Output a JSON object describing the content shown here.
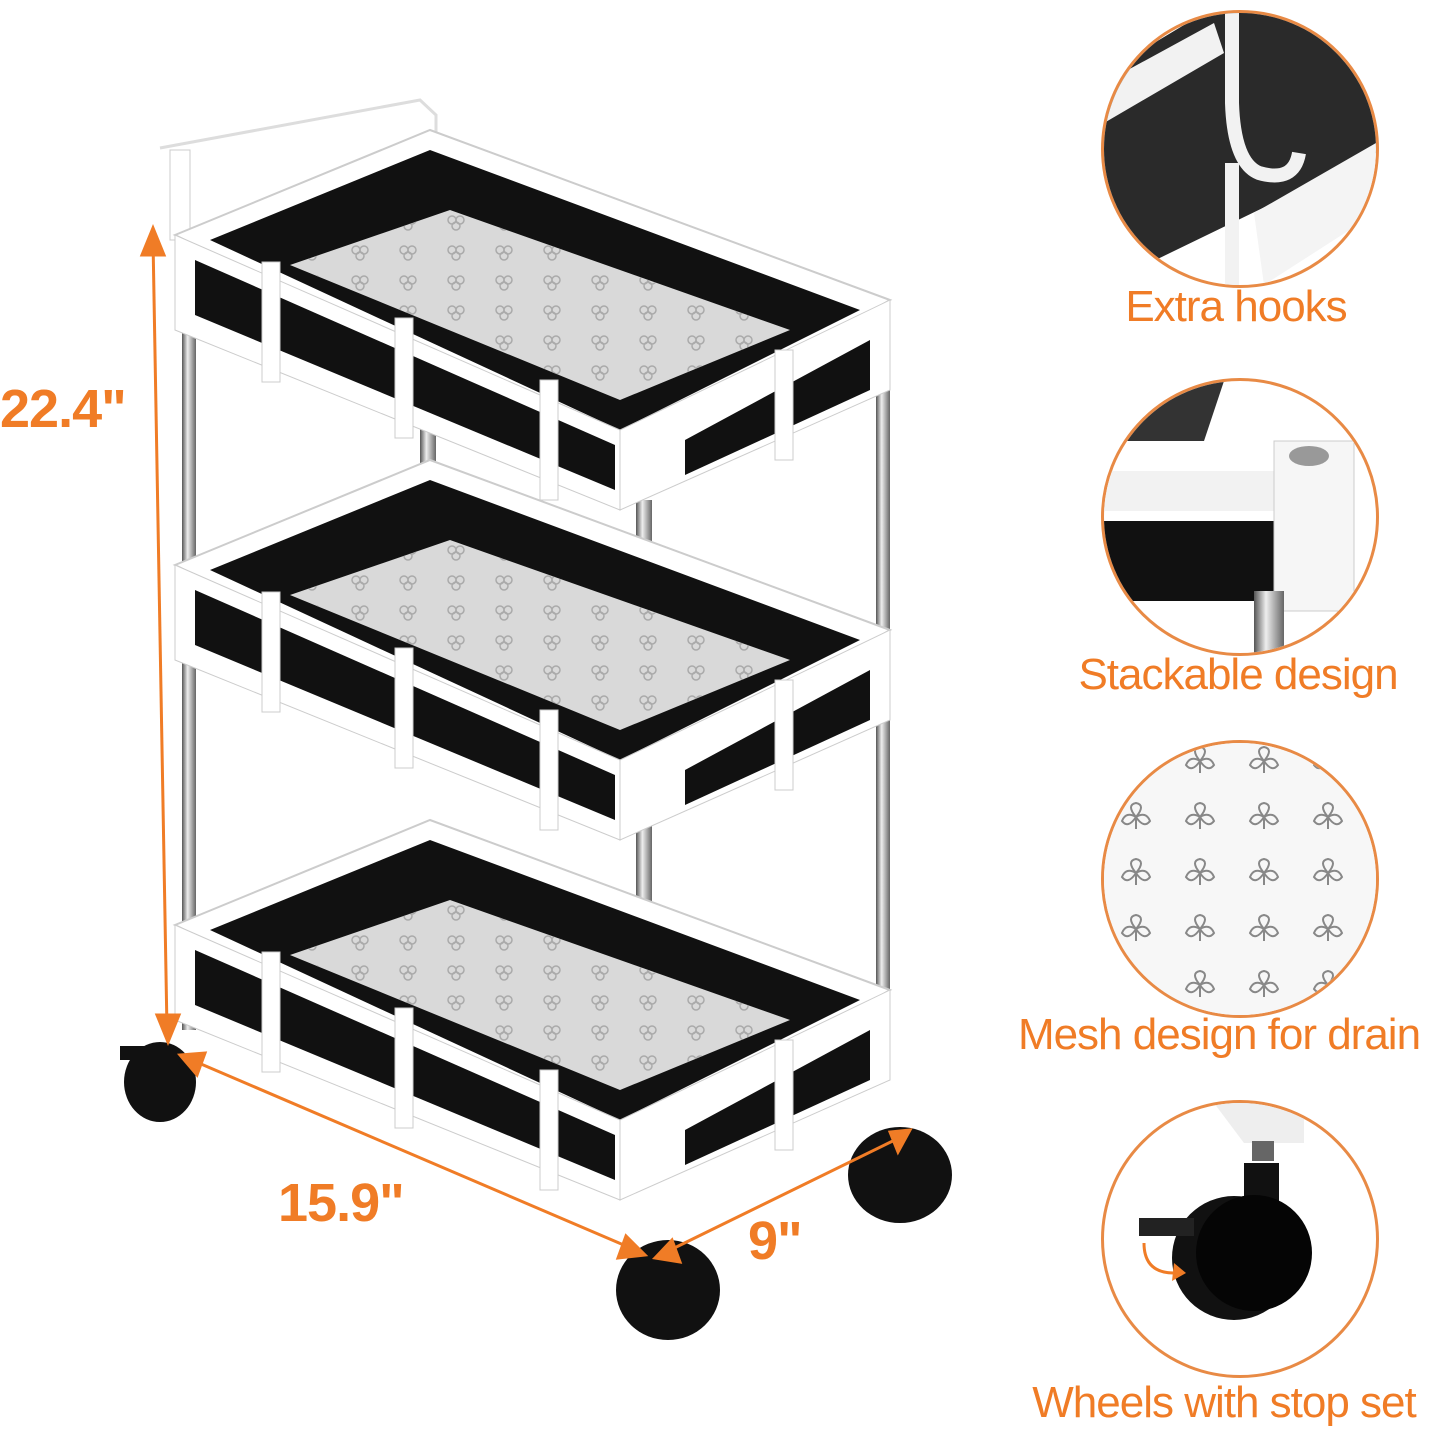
{
  "dimensions": {
    "height": "22.4\"",
    "length": "15.9\"",
    "width": "9\""
  },
  "features": [
    {
      "label": "Extra hooks",
      "icon": "hook-closeup"
    },
    {
      "label": "Stackable design",
      "icon": "stack-joint-closeup"
    },
    {
      "label": "Mesh design for drain",
      "icon": "flower-mesh-closeup"
    },
    {
      "label": "Wheels with stop set",
      "icon": "locking-caster-closeup"
    }
  ],
  "colors": {
    "accent": "#f07c26",
    "panel": "#111111",
    "frame": "#ffffff",
    "tray": "#d9d9d9",
    "pole": "#9a9a9a"
  }
}
